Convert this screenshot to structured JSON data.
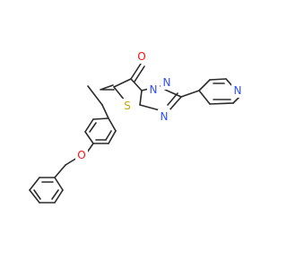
{
  "molecule": {
    "atoms": [
      {
        "id": "O1",
        "label": "O",
        "color": "#ff0d0d"
      },
      {
        "id": "N1",
        "label": "N",
        "color": "#3050f8"
      },
      {
        "id": "N2",
        "label": "N",
        "color": "#3050f8"
      },
      {
        "id": "N3",
        "label": "N",
        "color": "#3050f8"
      },
      {
        "id": "S1",
        "label": "S",
        "color": "#c8a800"
      },
      {
        "id": "N4",
        "label": "N",
        "color": "#3050f8"
      },
      {
        "id": "O2",
        "label": "O",
        "color": "#ff0d0d"
      }
    ]
  }
}
